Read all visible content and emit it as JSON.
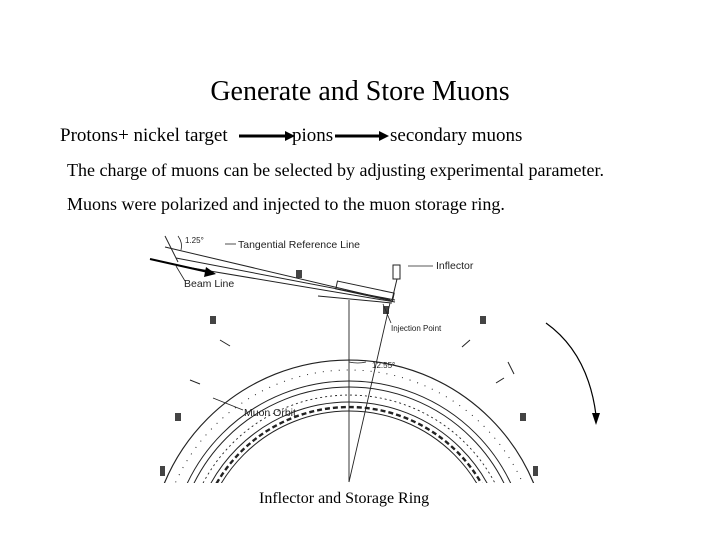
{
  "title": "Generate and Store Muons",
  "process": {
    "step1": "Protons+ nickel target",
    "step2": "pions",
    "step3": "secondary muons"
  },
  "notes": [
    "The charge of muons can be selected by adjusting experimental parameter.",
    "Muons were polarized and injected to the muon storage ring."
  ],
  "diagram": {
    "angle_top": "1.25°",
    "tangential_label": "Tangential Reference Line",
    "beam_line_label": "Beam Line",
    "inflector_label": "Inflector",
    "injection_point_label": "Injection Point",
    "angle_center": "12.55°",
    "muon_orbit_label": "Muon Orbit"
  },
  "caption": "Inflector and Storage Ring"
}
